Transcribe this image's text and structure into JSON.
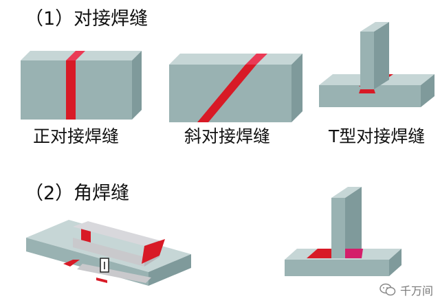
{
  "sections": [
    {
      "title": "（1）对接焊缝"
    },
    {
      "title": "（2）角焊缝"
    }
  ],
  "captions": {
    "butt_straight": "正对接焊缝",
    "butt_oblique": "斜对接焊缝",
    "butt_t": "T型对接焊缝"
  },
  "small_label": "I",
  "watermark": {
    "text": "千万间"
  },
  "colors": {
    "steel_front": "#99b2b2",
    "steel_top": "#c6d6d6",
    "steel_side": "#7f9a9b",
    "weld": "#d81a26",
    "weld_light": "#ea3a55",
    "weld_magenta": "#d41e6a",
    "background": "#ffffff"
  }
}
